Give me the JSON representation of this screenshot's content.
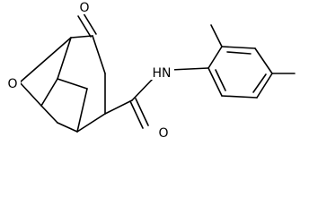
{
  "molecule": {
    "atoms": {
      "ring_oxygen": "O",
      "ketone_oxygen": "O",
      "amide_nh": "HN",
      "amide_oxygen": "O"
    }
  },
  "colors": {
    "bond": "#000000",
    "label": "#000000",
    "background": "#ffffff"
  }
}
